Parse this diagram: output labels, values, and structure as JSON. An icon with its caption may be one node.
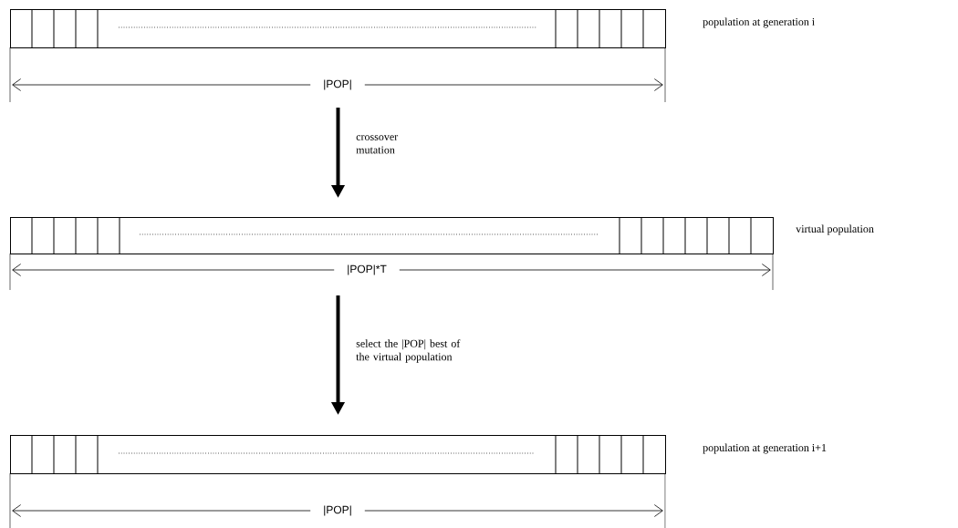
{
  "diagram": {
    "nodes": [
      {
        "text": [
          "|POP|"
        ],
        "beside": [
          "population at generation i"
        ]
      },
      {
        "text": [
          "|POP|*T"
        ],
        "beside": [
          "virtual population"
        ]
      },
      {
        "text": [
          "|POP|"
        ],
        "beside": [
          "population at generation i+1"
        ]
      }
    ],
    "edges": [
      {
        "from": 0,
        "to": 1,
        "arrow": "to",
        "label": "crossover mutation"
      },
      {
        "from": 1,
        "to": 2,
        "arrow": "to",
        "label": "select the |POP| best of the virtual population"
      }
    ]
  }
}
